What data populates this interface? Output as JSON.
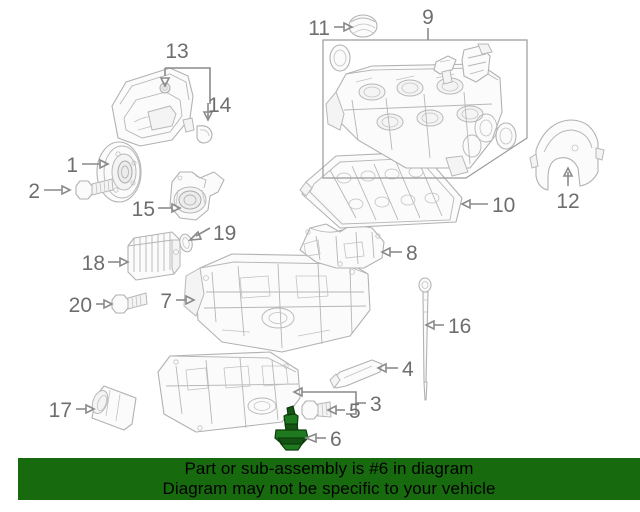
{
  "diagram": {
    "title": "Engine oil pan and valve cover exploded parts diagram",
    "highlight_color": "#1f7a1f",
    "line_color": "#8a8a8a",
    "background": "#ffffff",
    "callouts": [
      {
        "id": "1",
        "label": "1",
        "part": "crankshaft-pulley"
      },
      {
        "id": "2",
        "label": "2",
        "part": "pulley-bolt"
      },
      {
        "id": "3",
        "label": "3",
        "part": "lower-oil-pan-assembly"
      },
      {
        "id": "4",
        "label": "4",
        "part": "oil-pickup-tube"
      },
      {
        "id": "5",
        "label": "5",
        "part": "drain-plug"
      },
      {
        "id": "6",
        "label": "6",
        "part": "oil-level-sensor",
        "highlighted": true
      },
      {
        "id": "7",
        "label": "7",
        "part": "upper-oil-pan"
      },
      {
        "id": "8",
        "label": "8",
        "part": "windage-tray"
      },
      {
        "id": "9",
        "label": "9",
        "part": "valve-cover-assembly"
      },
      {
        "id": "10",
        "label": "10",
        "part": "valve-cover-gasket"
      },
      {
        "id": "11",
        "label": "11",
        "part": "oil-filler-cap"
      },
      {
        "id": "12",
        "label": "12",
        "part": "timing-cover"
      },
      {
        "id": "13",
        "label": "13",
        "part": "front-engine-cover"
      },
      {
        "id": "14",
        "label": "14",
        "part": "cover-seal"
      },
      {
        "id": "15",
        "label": "15",
        "part": "oil-pump-housing"
      },
      {
        "id": "16",
        "label": "16",
        "part": "oil-dipstick"
      },
      {
        "id": "17",
        "label": "17",
        "part": "oil-filter"
      },
      {
        "id": "18",
        "label": "18",
        "part": "oil-cooler"
      },
      {
        "id": "19",
        "label": "19",
        "part": "o-ring-seal"
      },
      {
        "id": "20",
        "label": "20",
        "part": "oil-cooler-bolt"
      }
    ]
  },
  "banner": {
    "background": "#176b0e",
    "text_color": "#000000",
    "line1": "Part or sub-assembly is #6 in diagram",
    "line2": "Diagram may not be specific to your vehicle"
  }
}
